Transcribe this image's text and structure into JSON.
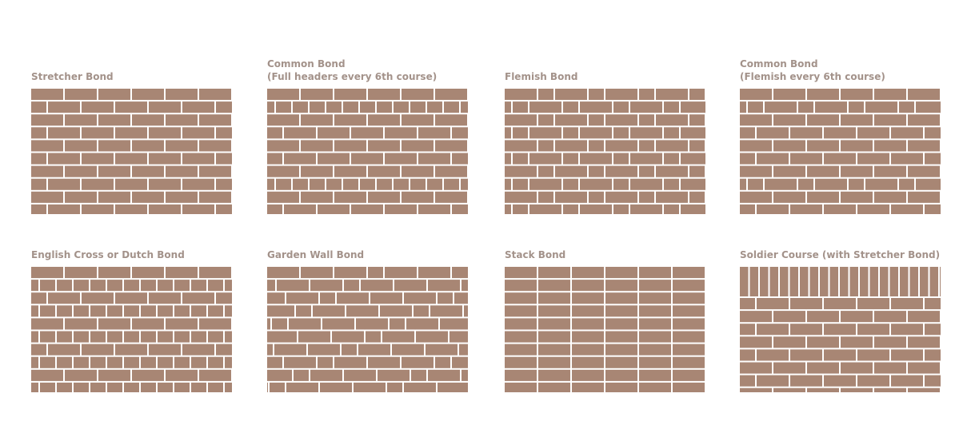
{
  "colors": {
    "brick": "#a88674",
    "mortar": "#ffffff",
    "title": "#a3928a"
  },
  "panels": [
    {
      "id": "stretcher-bond",
      "title": [
        "Stretcher Bond"
      ],
      "pattern": "stretcher"
    },
    {
      "id": "common-bond-full-headers",
      "title": [
        "Common Bond",
        "(Full headers every 6th course)"
      ],
      "pattern": "common-header"
    },
    {
      "id": "flemish-bond",
      "title": [
        "Flemish Bond"
      ],
      "pattern": "flemish"
    },
    {
      "id": "common-bond-flemish",
      "title": [
        "Common Bond",
        "(Flemish every 6th course)"
      ],
      "pattern": "common-flemish"
    },
    {
      "id": "english-cross-dutch-bond",
      "title": [
        "English Cross or Dutch Bond"
      ],
      "pattern": "english-cross"
    },
    {
      "id": "garden-wall-bond",
      "title": [
        "Garden Wall Bond"
      ],
      "pattern": "garden-wall"
    },
    {
      "id": "stack-bond",
      "title": [
        "Stack Bond"
      ],
      "pattern": "stack"
    },
    {
      "id": "soldier-course",
      "title": [
        "Soldier Course (with Stretcher Bond)"
      ],
      "pattern": "soldier"
    }
  ]
}
